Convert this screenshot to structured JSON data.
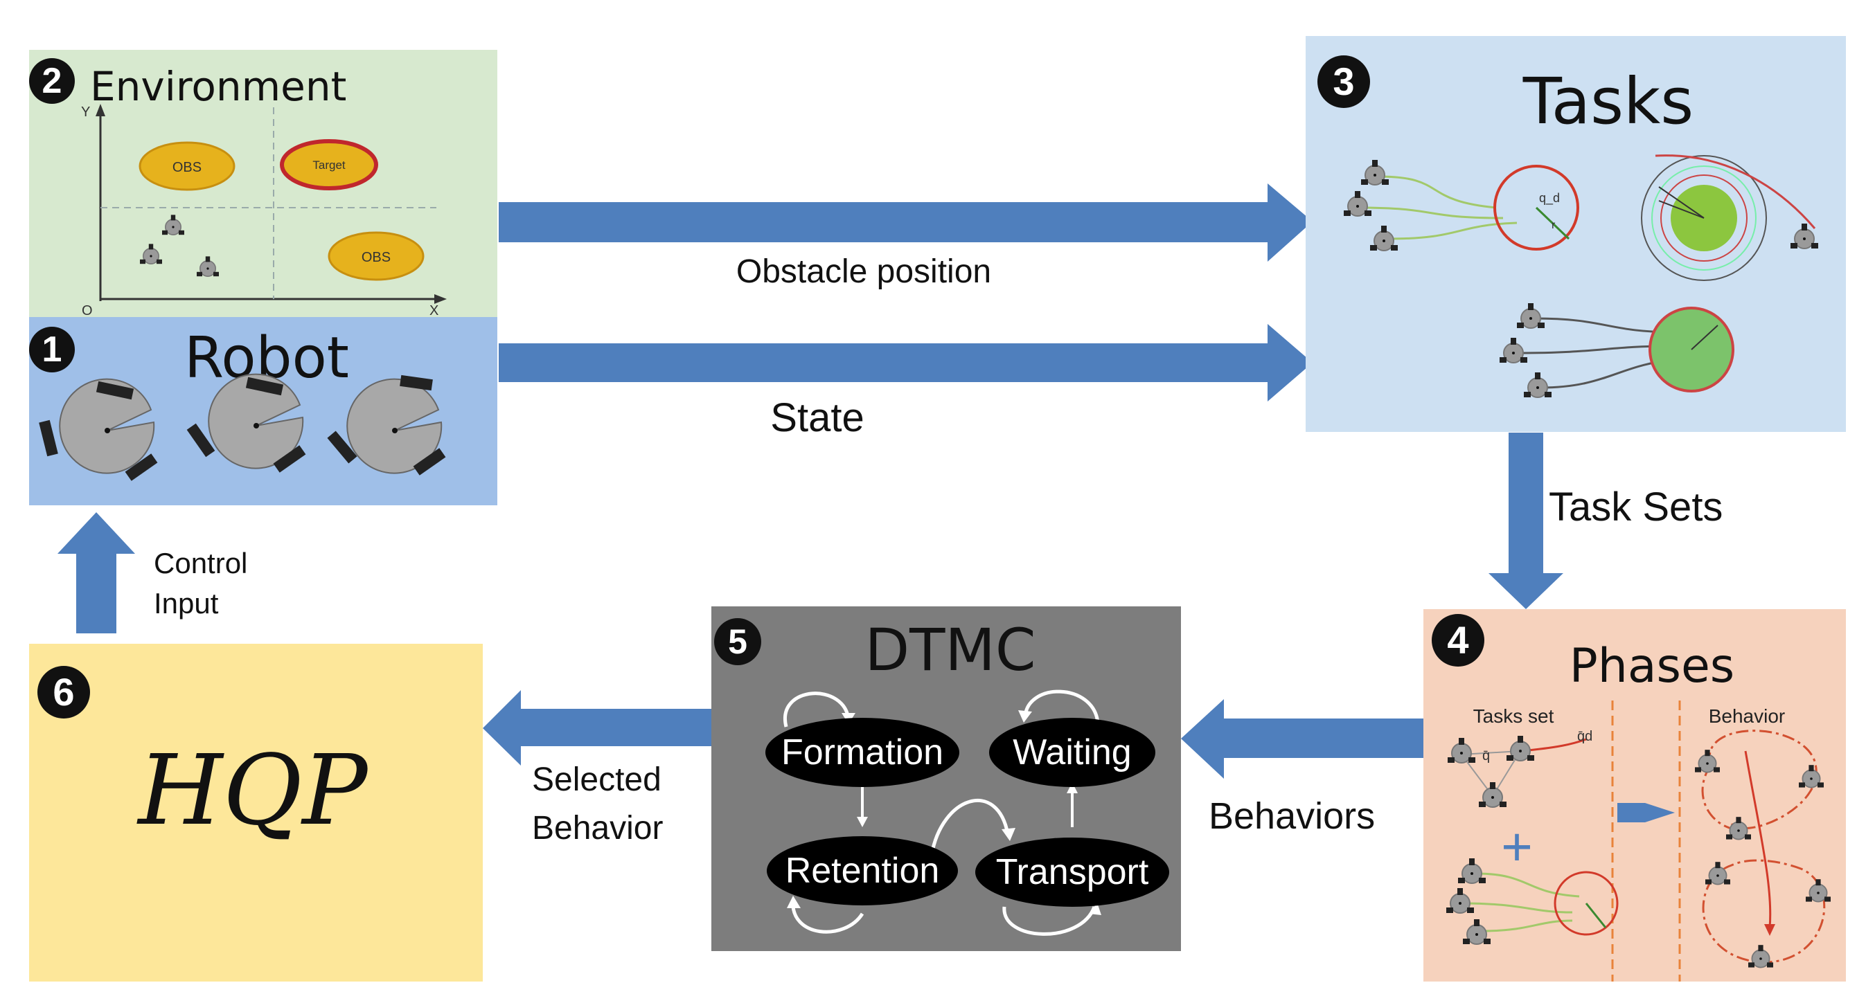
{
  "colors": {
    "arrow": "#4f7fbd",
    "environment_bg": "#d7e9cf",
    "robot_bg": "#9fbfe8",
    "tasks_bg": "#cde0f2",
    "phases_bg": "#f6d2bd",
    "dtmc_bg": "#7d7d7d",
    "hqp_bg": "#fde79a",
    "target_red": "#c0272d",
    "obs_yellow": "#e6b21d",
    "green_zone": "#8cc63f",
    "dashed_orange": "#e8833a"
  },
  "panels": {
    "environment": {
      "number": "2",
      "title": "Environment",
      "axis_y": "Y",
      "axis_x": "X",
      "axis_origin": "O",
      "obs_label_1": "OBS",
      "obs_label_2": "OBS",
      "target_label": "Target"
    },
    "robot": {
      "number": "1",
      "title": "Robot"
    },
    "tasks": {
      "number": "3",
      "title": "Tasks",
      "goal_label": "q_d",
      "radius_label": "r"
    },
    "phases": {
      "number": "4",
      "title": "Phases",
      "tasks_set_label": "Tasks set",
      "behavior_label": "Behavior",
      "q_bar_label": "q̄",
      "q_bar_d_label": "q̄d",
      "plus_sign": "+"
    },
    "dtmc": {
      "number": "5",
      "title": "DTMC",
      "states": [
        "Formation",
        "Waiting",
        "Retention",
        "Transport"
      ]
    },
    "hqp": {
      "number": "6",
      "title": "HQP"
    }
  },
  "arrows": {
    "obstacle_position": "Obstacle position",
    "state": "State",
    "task_sets": "Task Sets",
    "behaviors": "Behaviors",
    "selected_behavior_line1": "Selected",
    "selected_behavior_line2": "Behavior",
    "control_input_line1": "Control",
    "control_input_line2": "Input"
  }
}
